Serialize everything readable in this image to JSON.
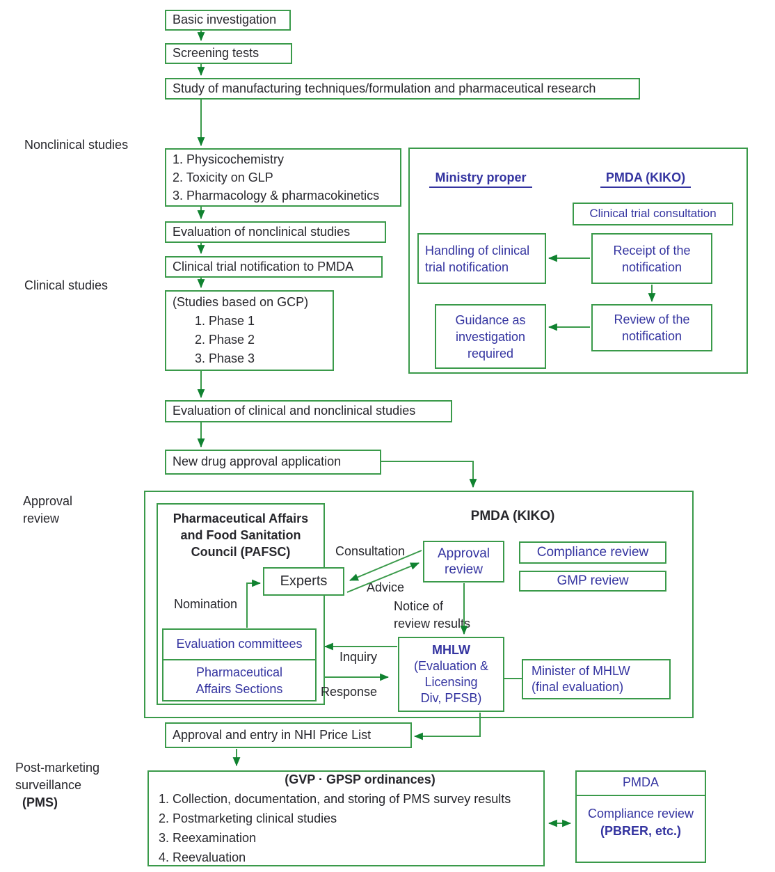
{
  "palette": {
    "border_green": "#3a9a4a",
    "arrow_green": "#108230",
    "navy_text": "#3434a0",
    "dark_text": "#26262b",
    "maroon_text": "#9c3a31"
  },
  "side_labels": {
    "nonclinical": "Nonclinical studies",
    "clinical": "Clinical studies",
    "approval_lines": [
      "Approval",
      "review"
    ],
    "pms_lines": [
      "Post-marketing",
      "surveillance",
      "(PMS)"
    ]
  },
  "flow": {
    "basic_investigation": "Basic investigation",
    "screening_tests": "Screening tests",
    "manufacturing_study": "Study of manufacturing techniques/formulation and pharmaceutical research",
    "nonclinical_items": [
      "1. Physicochemistry",
      "2. Toxicity on GLP",
      "3. Pharmacology & pharmacokinetics"
    ],
    "eval_nonclinical": "Evaluation of nonclinical studies",
    "trial_notification": "Clinical trial notification to PMDA",
    "gcp_header": "(Studies based on GCP)",
    "gcp_items": [
      "1. Phase 1",
      "2. Phase 2",
      "3. Phase 3"
    ],
    "eval_clinical": "Evaluation of clinical and nonclinical studies",
    "new_drug_application": "New drug approval application",
    "nhi_price_list": "Approval and entry in NHI Price List"
  },
  "consult_panel": {
    "ministry_header": "Ministry proper",
    "pmda_header": "PMDA (KIKO)",
    "clinical_trial_consultation": "Clinical trial consultation",
    "handling_lines": [
      "Handling of clinical",
      "trial notification"
    ],
    "receipt_lines": [
      "Receipt of the",
      "notification"
    ],
    "guidance_lines": [
      "Guidance as",
      "investigation",
      "required"
    ],
    "review_lines": [
      "Review of the",
      "notification"
    ]
  },
  "approval_panel": {
    "pmda_header": "PMDA (KIKO)",
    "pafsc_lines": [
      "Pharmaceutical Affairs",
      "and Food Sanitation",
      "Council (PAFSC)"
    ],
    "experts": "Experts",
    "nomination": "Nomination",
    "consultation": "Consultation",
    "advice": "Advice",
    "approval_review_lines": [
      "Approval",
      "review"
    ],
    "compliance_review": "Compliance review",
    "gmp_review": "GMP review",
    "notice_lines": [
      "Notice of",
      "review results"
    ],
    "evaluation_committees": "Evaluation committees",
    "pas_lines": [
      "Pharmaceutical",
      "Affairs Sections"
    ],
    "inquiry": "Inquiry",
    "response": "Response",
    "mhlw_lines": [
      "MHLW",
      "(Evaluation &",
      "Licensing",
      "Div, PFSB)"
    ],
    "minister_lines": [
      "Minister of MHLW",
      "(final evaluation)"
    ]
  },
  "pms_panel": {
    "ordinances": "(GVP · GPSP ordinances)",
    "items": [
      "1. Collection, documentation, and storing of PMS survey results",
      "2. Postmarketing clinical studies",
      "3. Reexamination",
      "4. Reevaluation"
    ],
    "pmda": "PMDA",
    "compliance_lines": [
      "Compliance review",
      "(PBRER, etc.)"
    ]
  }
}
